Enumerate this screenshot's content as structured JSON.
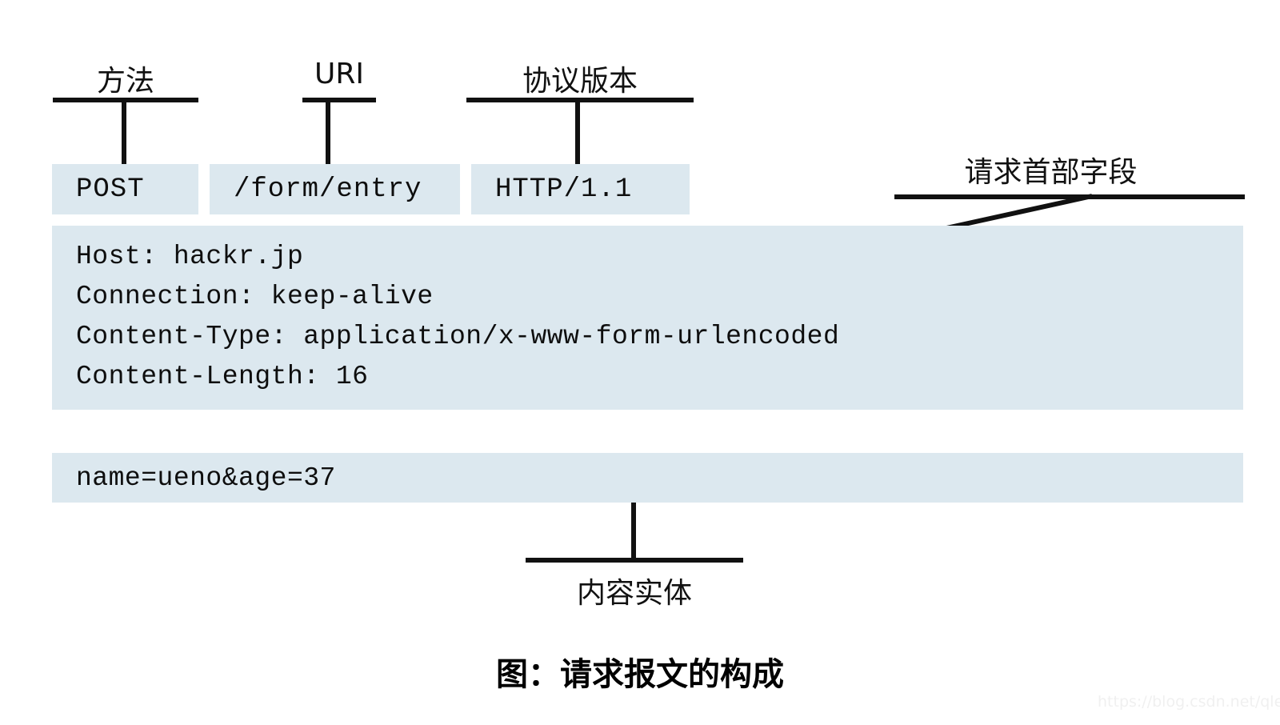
{
  "figure": {
    "caption": "图：请求报文的构成",
    "watermark": "https://blog.csdn.net/qlexcel"
  },
  "request_line": {
    "annotations": [
      {
        "label": "方法",
        "target": "POST"
      },
      {
        "label": "URI",
        "target": "/form/entry"
      },
      {
        "label": "协议版本",
        "target": "HTTP/1.1"
      }
    ],
    "fields": [
      {
        "name": "method",
        "value": "POST"
      },
      {
        "name": "request-uri",
        "value": "/form/entry"
      },
      {
        "name": "protocol-version",
        "value": "HTTP/1.1"
      }
    ]
  },
  "header_block": {
    "annotation": "请求首部字段",
    "lines": [
      "Host: hackr.jp",
      "Connection: keep-alive",
      "Content-Type: application/x-www-form-urlencoded",
      "Content-Length: 16"
    ],
    "text": "Host: hackr.jp\nConnection: keep-alive\nContent-Type: application/x-www-form-urlencoded\nContent-Length: 16"
  },
  "body_block": {
    "annotation": "内容实体",
    "text": "name=ueno&age=37"
  },
  "colors": {
    "block_fill": "#dce8ef",
    "rule": "#111111",
    "text": "#0e0e0e",
    "page_background": "#ffffff"
  }
}
